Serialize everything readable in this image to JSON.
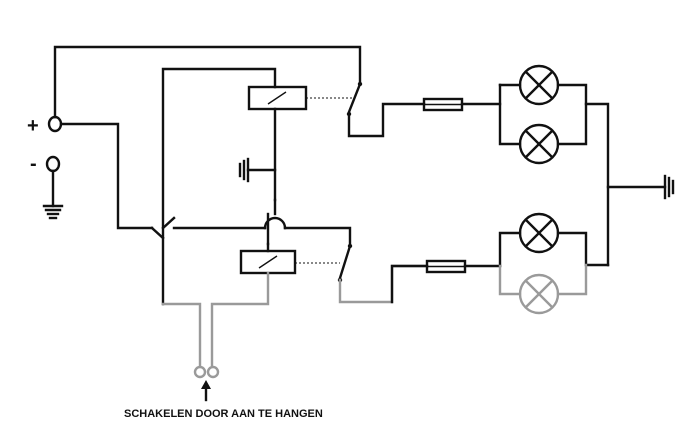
{
  "diagram": {
    "labels": {
      "plus": "+",
      "minus": "-",
      "caption": "SCHAKELEN DOOR AAN TE HANGEN"
    },
    "colors": {
      "wire": "#111111",
      "secondary_wire": "#9a9a9a",
      "background": "#ffffff"
    },
    "components": [
      "battery-positive-terminal",
      "battery-negative-terminal",
      "ground-symbol",
      "relay-top",
      "relay-bottom",
      "switch-top",
      "switch-bottom",
      "fuse-top",
      "fuse-bottom",
      "lamp",
      "lamp",
      "lamp",
      "lamp",
      "input-terminals",
      "arrow-up-icon"
    ]
  }
}
